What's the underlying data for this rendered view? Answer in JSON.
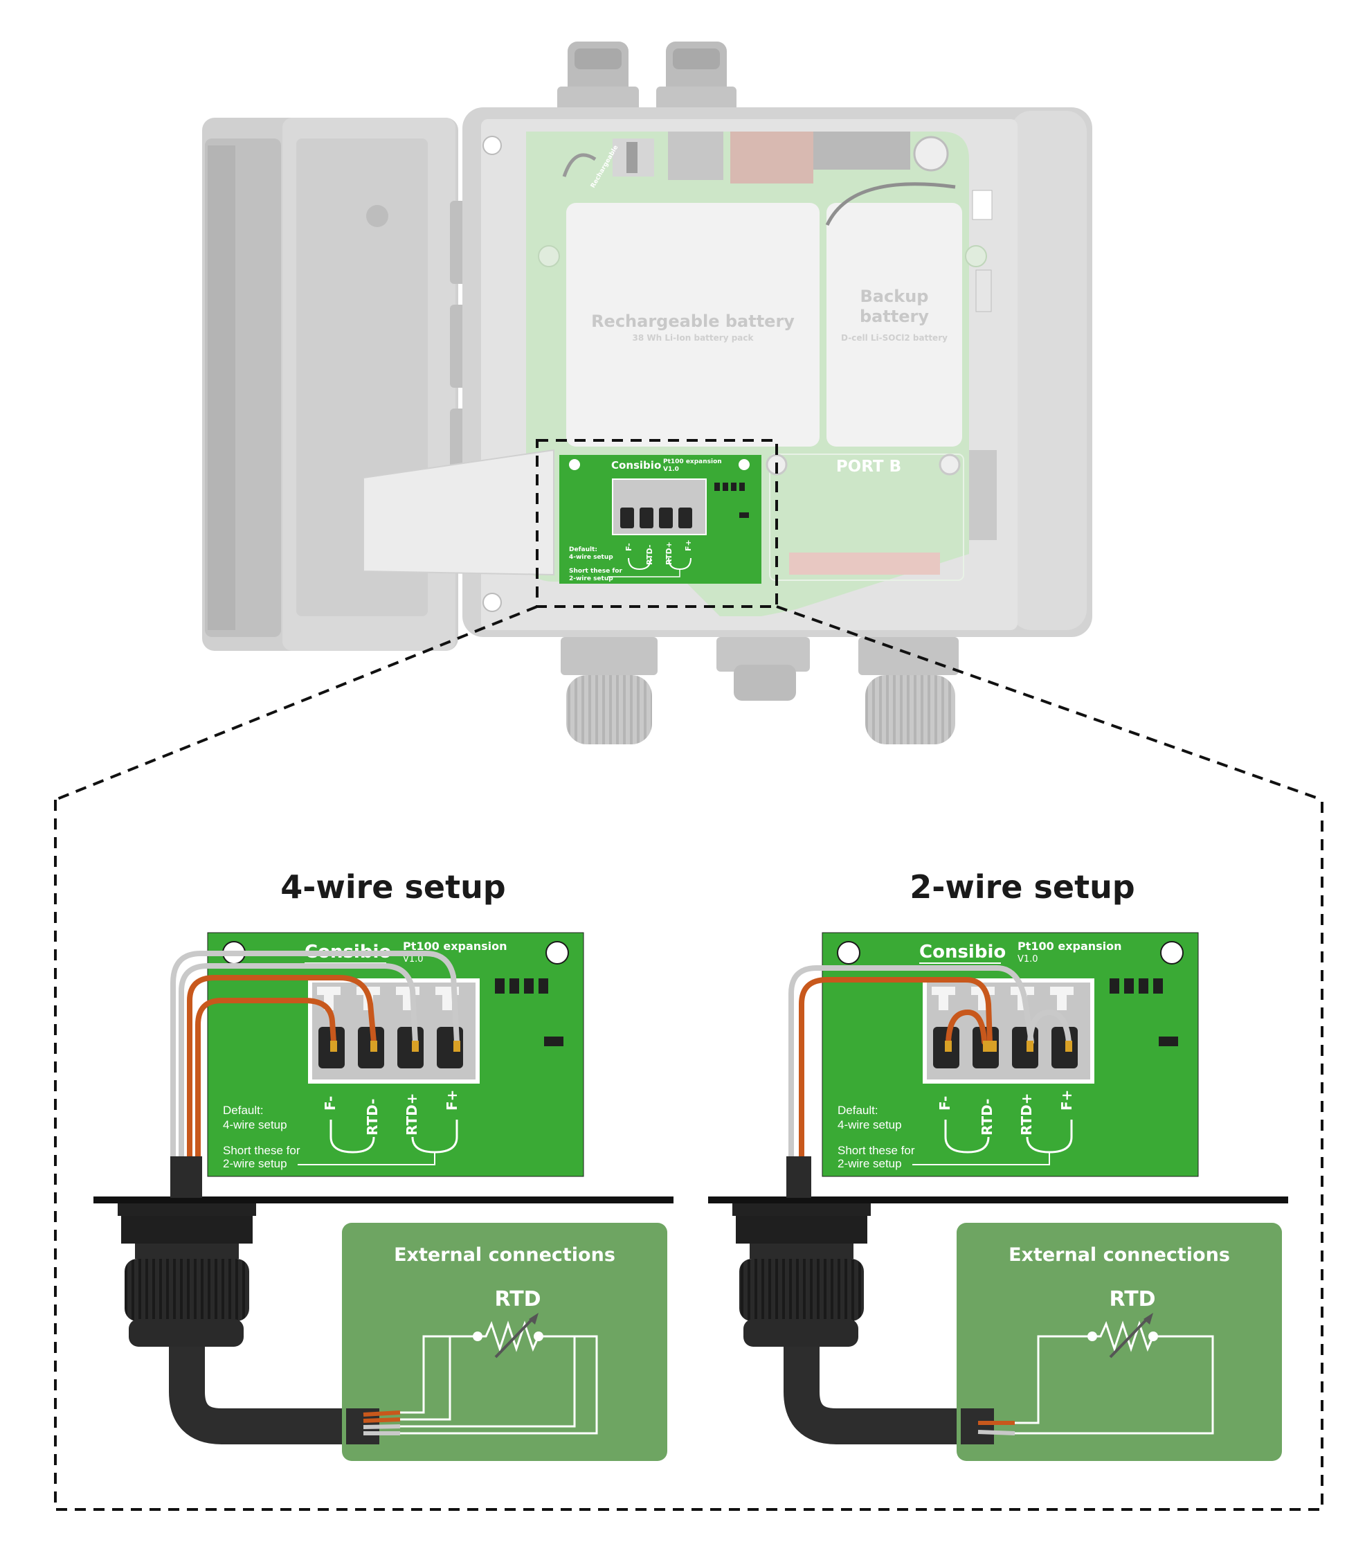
{
  "enclosure": {
    "battery_main_title": "Rechargeable battery",
    "battery_main_sub": "38 Wh Li-Ion battery pack",
    "battery_backup_line1": "Backup",
    "battery_backup_line2": "battery",
    "battery_backup_sub": "D-cell Li-SOCl2 battery",
    "port_b": "PORT B",
    "rechargeable_tag": "Rechargeable"
  },
  "board": {
    "brand": "Consibio",
    "name": "Pt100 expansion",
    "version": "V1.0",
    "pins": [
      "F-",
      "RTD-",
      "RTD+",
      "F+"
    ],
    "default_line1": "Default:",
    "default_line2": "4-wire setup",
    "short_line1": "Short these for",
    "short_line2": "2-wire setup"
  },
  "setups": [
    {
      "title": "4-wire setup",
      "external_title": "External connections",
      "rtd_label": "RTD"
    },
    {
      "title": "2-wire setup",
      "external_title": "External connections",
      "rtd_label": "RTD"
    }
  ],
  "colors": {
    "pcb_green": "#3aaa35",
    "external_green": "#6ea562",
    "wire_orange": "#c8581c",
    "wire_gray": "#c9c9c9",
    "cable_black": "#2b2b2b"
  }
}
